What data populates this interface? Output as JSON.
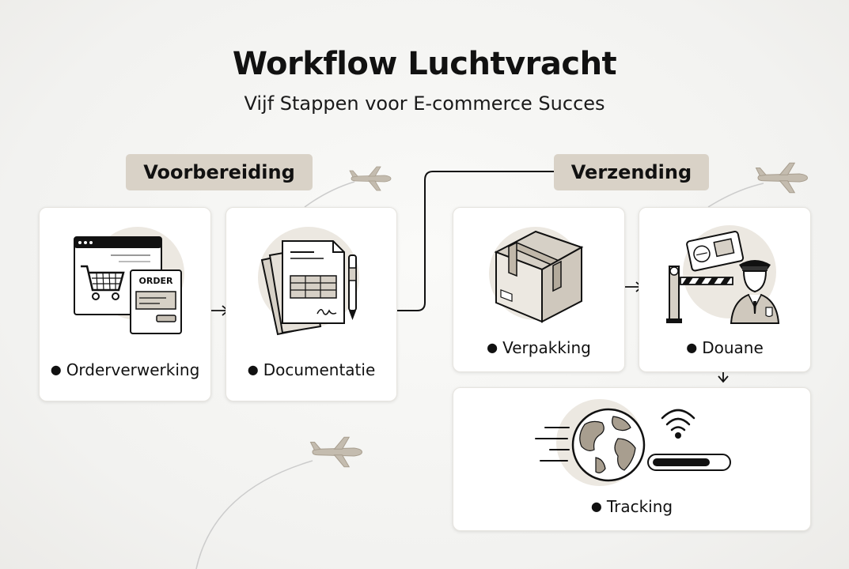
{
  "header": {
    "title": "Workflow Luchtvracht",
    "subtitle": "Vijf Stappen voor E-commerce Succes"
  },
  "phases": {
    "prep": "Voorbereiding",
    "shipping": "Verzending"
  },
  "steps": {
    "order": {
      "label": "Orderverwerking",
      "icon_text": "ORDER"
    },
    "docs": {
      "label": "Documentatie"
    },
    "pack": {
      "label": "Verpakking"
    },
    "customs": {
      "label": "Douane"
    },
    "tracking": {
      "label": "Tracking"
    }
  },
  "colors": {
    "accent_beige": "#d9d2c7",
    "icon_fill": "#d6d0c6",
    "line": "#111111"
  }
}
